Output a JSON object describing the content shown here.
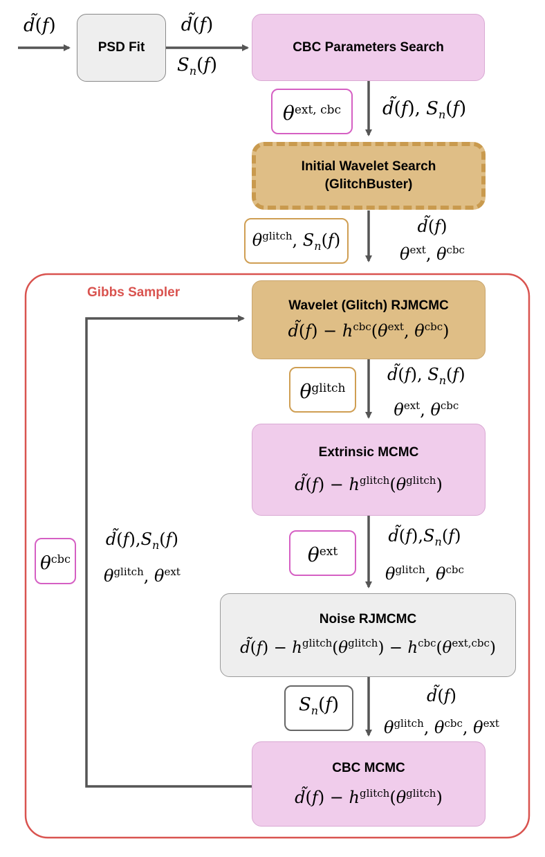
{
  "nodes": {
    "psd_fit": {
      "title": "PSD Fit"
    },
    "cbc_search": {
      "title": "CBC Parameters Search"
    },
    "initial_wavelet": {
      "title_line1": "Initial Wavelet Search",
      "title_line2": "(GlitchBuster)"
    },
    "wavelet_rjmcmc": {
      "title": "Wavelet (Glitch) RJMCMC",
      "formula": "d̃(f) − h^cbc(θ^ext, θ^cbc)"
    },
    "extrinsic_mcmc": {
      "title": "Extrinsic MCMC",
      "formula": "d̃(f) − h^glitch(θ^glitch)"
    },
    "noise_rjmcmc": {
      "title": "Noise RJMCMC",
      "formula": "d̃(f) − h^glitch(θ^glitch) − h^cbc(θ^ext,cbc)"
    },
    "cbc_mcmc": {
      "title": "CBC MCMC",
      "formula": "d̃(f) − h^glitch(θ^glitch)"
    }
  },
  "group": {
    "label": "Gibbs Sampler"
  },
  "tags": {
    "theta_ext_cbc": "θ^ext, cbc",
    "theta_glitch_sn": "θ^glitch, S_n(f)",
    "theta_glitch": "θ^glitch",
    "theta_ext": "θ^ext",
    "sn": "S_n(f)",
    "theta_cbc": "θ^cbc"
  },
  "edge_labels": {
    "input": "d̃(f)",
    "psd_to_cbc": "d̃(f) / S_n(f)",
    "cbc_to_initial": "d̃(f), S_n(f)",
    "initial_to_gibbs": "d̃(f) / θ^ext, θ^cbc",
    "wavelet_to_extrinsic": "d̃(f), S_n(f) / θ^ext, θ^cbc",
    "extrinsic_to_noise": "d̃(f), S_n(f) / θ^glitch, θ^cbc",
    "noise_to_cbc": "d̃(f) / θ^glitch, θ^cbc, θ^ext",
    "loop_back": "d̃(f), S_n(f) / θ^glitch, θ^ext"
  }
}
